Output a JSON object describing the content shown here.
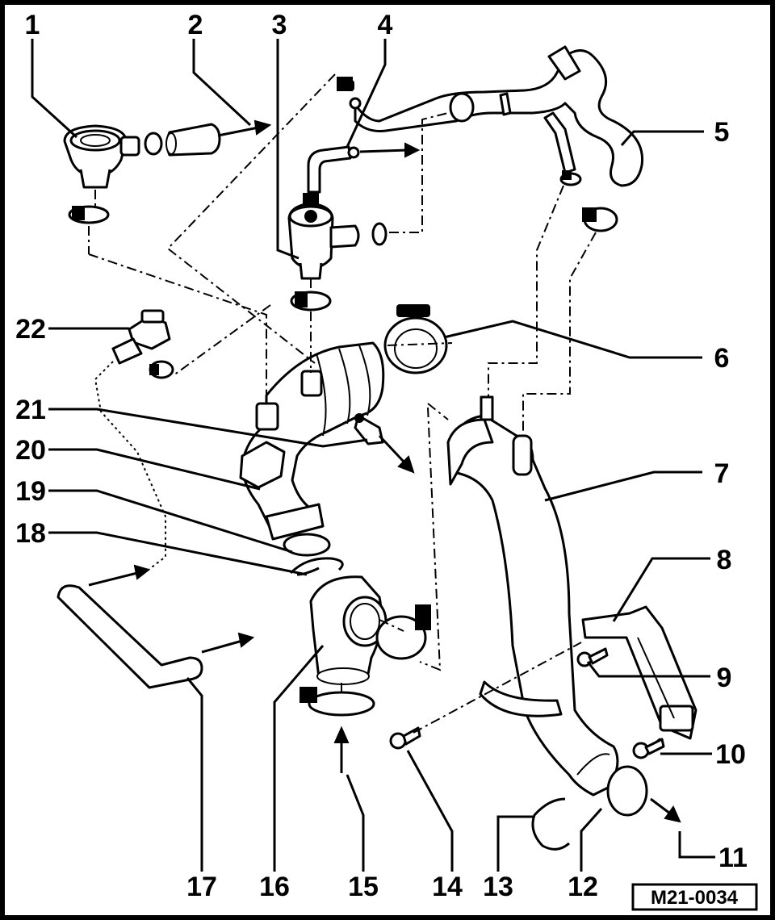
{
  "diagram": {
    "callouts": [
      "1",
      "2",
      "3",
      "4",
      "5",
      "6",
      "7",
      "8",
      "9",
      "10",
      "11",
      "12",
      "13",
      "14",
      "15",
      "16",
      "17",
      "18",
      "19",
      "20",
      "21",
      "22"
    ],
    "reference_code": "M21-0034"
  }
}
